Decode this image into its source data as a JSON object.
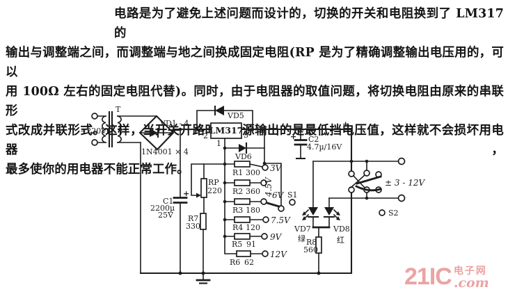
{
  "paragraph": {
    "lines": [
      "电路是为了避免上述问题而设计的，切换的开关和电阻换到了 LM317 的",
      "输出与调整端之间，而调整端与地之间换成固定电阻(RP 是为了精确调整输出电压用的，可以",
      "用 100Ω 左右的固定电阻代替)。同时，由于电阻器的取值问题，将切换电阻由原来的串联形",
      "式改成并联形式。这样，当开关开路时，电源输出的是最低挡电压值，这样就不会损坏用电器，",
      "最多使你的用电器不能正常工作。"
    ]
  },
  "circuit": {
    "ac_input": "~220V",
    "transformer": "T",
    "bridge": {
      "label": "VD1 - 4",
      "type": "1N4001 × 4"
    },
    "vd5": "VD5",
    "vd6": "VD6",
    "regulator": {
      "name": "LM317",
      "pin1": "1",
      "pin2": "2",
      "pin3": "3"
    },
    "c1": {
      "name": "C1",
      "value": "2200µ",
      "voltage": "25V",
      "polarity": "+"
    },
    "c2": {
      "name": "C2",
      "value": "4.7µ/16V",
      "polarity": "+"
    },
    "rp": {
      "name": "RP",
      "value": "220"
    },
    "r7": {
      "name": "R7",
      "value": "330"
    },
    "r8": {
      "name": "R8",
      "value": "560"
    },
    "resistors": [
      {
        "name": "R1",
        "value": "300",
        "tap": "3V"
      },
      {
        "name": "R2",
        "value": "360",
        "tap": "4.5V"
      },
      {
        "name": "R3",
        "value": "180",
        "tap": "6V"
      },
      {
        "name": "R4",
        "value": "120",
        "tap": "7.5V"
      },
      {
        "name": "R5",
        "value": "91",
        "tap": "9V"
      },
      {
        "name": "R6",
        "value": "62",
        "tap": "12V"
      }
    ],
    "s1": "S1",
    "s2": "S2",
    "vd7": {
      "name": "VD7",
      "color_label": "绿"
    },
    "vd8": {
      "name": "VD8",
      "color_label": "红"
    },
    "output_range": "± 3 - 12V",
    "plus_output": "+"
  },
  "watermark": {
    "brand": "21IC",
    "site": "电子网",
    "domain": ".com"
  },
  "colors": {
    "ink": "#1c1c1c",
    "watermark": "#eba3a3",
    "background": "#ffffff"
  }
}
